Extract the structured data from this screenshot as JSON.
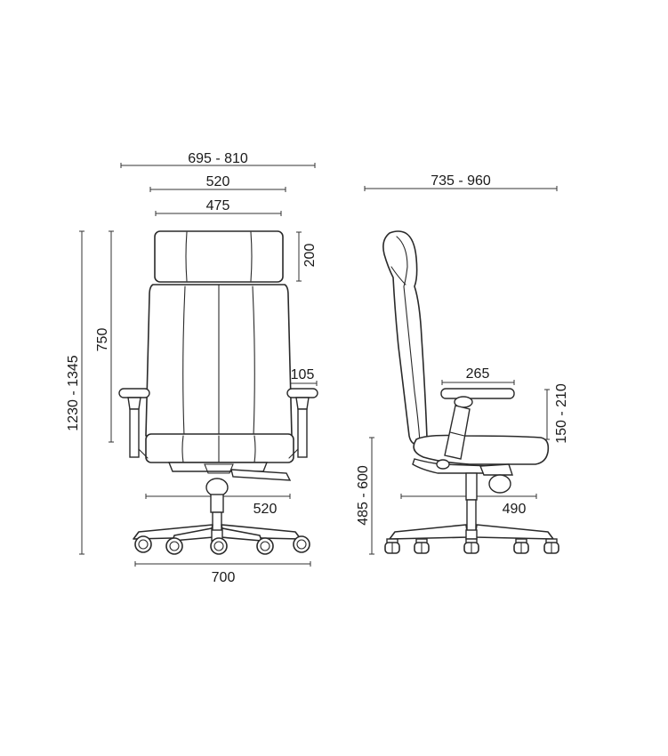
{
  "colors": {
    "line": "#2a2a2a",
    "text": "#1a1a1a",
    "background": "#ffffff"
  },
  "front_view": {
    "overall_width": "695 - 810",
    "backrest_width": "520",
    "headrest_width": "475",
    "headrest_height": "200",
    "backrest_height": "750",
    "total_height": "1230 - 1345",
    "armrest_width": "105",
    "seat_width": "520",
    "base_width": "700"
  },
  "side_view": {
    "overall_depth": "735 - 960",
    "armrest_depth": "265",
    "armrest_height": "150 - 210",
    "seat_height": "485 - 600",
    "seat_depth": "490"
  }
}
